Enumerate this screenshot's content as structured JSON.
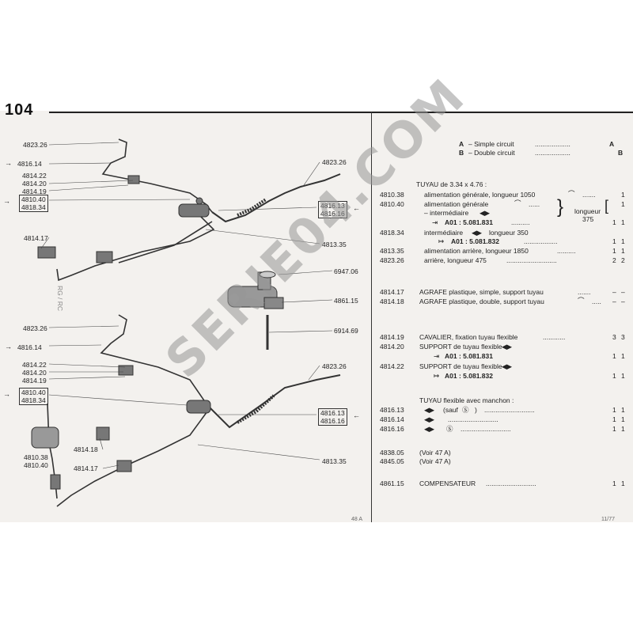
{
  "page": {
    "header_number": "104",
    "watermark": "SERIE04.COM",
    "footer_left": "48 A",
    "footer_right": "11/77",
    "side_mark": "RG / RC"
  },
  "diagram_labels": {
    "top": {
      "l_482326a": "4823.26",
      "l_481614": "4816.14",
      "l_481422": "4814.22",
      "l_481420": "4814.20",
      "l_481419": "4814.19",
      "l_481040": "4810.40",
      "l_481834": "4818.34",
      "l_482326b": "4823.26",
      "l_481613": "4816.13",
      "l_481616": "4816.16",
      "l_481417": "4814.17",
      "l_481335": "4813.35"
    },
    "middle": {
      "l_694706": "6947.06",
      "l_486115": "4861.15",
      "l_691469": "6914.69"
    },
    "bottom": {
      "l_482326a": "4823.26",
      "l_481614": "4816.14",
      "l_481422": "4814.22",
      "l_481420": "4814.20",
      "l_481419": "4814.19",
      "l_481040": "4810.40",
      "l_481834": "4818.34",
      "l_482326b": "4823.26",
      "l_481613": "4816.13",
      "l_481616": "4816.16",
      "l_481418": "4814.18",
      "l_481038": "4810.38",
      "l_481040b": "4810.40",
      "l_481417": "4814.17",
      "l_481335": "4813.35"
    }
  },
  "legend": {
    "a_letter": "A",
    "a_text": "– Simple circuit",
    "a_dots": "...................",
    "a_col": "A",
    "b_letter": "B",
    "b_text": "– Double circuit",
    "b_dots": "...................",
    "b_col": "B"
  },
  "parts": {
    "tuyau_title": "TUYAU de 3.34 x 4.76 :",
    "r1_code": "4810.38",
    "r1_desc": "alimentation générale, longueur 1050",
    "r1_b": "1",
    "r2_code": "4810.40",
    "r2_desc": "alimentation générale",
    "r2_a": "1",
    "r2b_desc": "– intermédiaire",
    "longueur": "longueur",
    "longueur_val": "375",
    "r3_desc": "A01 : 5.081.831",
    "r3_a": "1",
    "r3_b": "1",
    "r4_code": "4818.34",
    "r4_desc": "intermédiaire",
    "r4_desc2": "longueur 350",
    "r5_desc": "A01 : 5.081.832",
    "r5_a": "1",
    "r5_b": "1",
    "r6_code": "4813.35",
    "r6_desc": "alimentation arrière, longueur 1850",
    "r6_a": "1",
    "r6_b": "1",
    "r7_code": "4823.26",
    "r7_desc": "arrière, longueur 475",
    "r7_a": "2",
    "r7_b": "2",
    "r8_code": "4814.17",
    "r8_desc": "AGRAFE plastique, simple, support tuyau",
    "r8_a": "–",
    "r8_b": "–",
    "r9_code": "4814.18",
    "r9_desc": "AGRAFE plastique, double, support tuyau",
    "r9_a": "–",
    "r9_b": "–",
    "r10_code": "4814.19",
    "r10_desc": "CAVALIER, fixation tuyau flexible",
    "r10_a": "3",
    "r10_b": "3",
    "r11_code": "4814.20",
    "r11_desc": "SUPPORT de tuyau flexible",
    "r12_desc": "A01 : 5.081.831",
    "r12_a": "1",
    "r12_b": "1",
    "r13_code": "4814.22",
    "r13_desc": "SUPPORT de tuyau flexible",
    "r14_desc": "A01 : 5.081.832",
    "r14_a": "1",
    "r14_b": "1",
    "flex_title": "TUYAU flexible avec manchon :",
    "r15_code": "4816.13",
    "r15_desc": "(sauf",
    "r15_desc2": ")",
    "r15_a": "1",
    "r15_b": "1",
    "r16_code": "4816.14",
    "r16_a": "1",
    "r16_b": "1",
    "r17_code": "4816.16",
    "r17_a": "1",
    "r17_b": "1",
    "r18_code": "4838.05",
    "r18_desc": "(Voir 47 A)",
    "r19_code": "4845.05",
    "r19_desc": "(Voir 47 A)",
    "r20_code": "4861.15",
    "r20_desc": "COMPENSATEUR",
    "r20_a": "1",
    "r20_b": "1",
    "dots": "..........................."
  }
}
